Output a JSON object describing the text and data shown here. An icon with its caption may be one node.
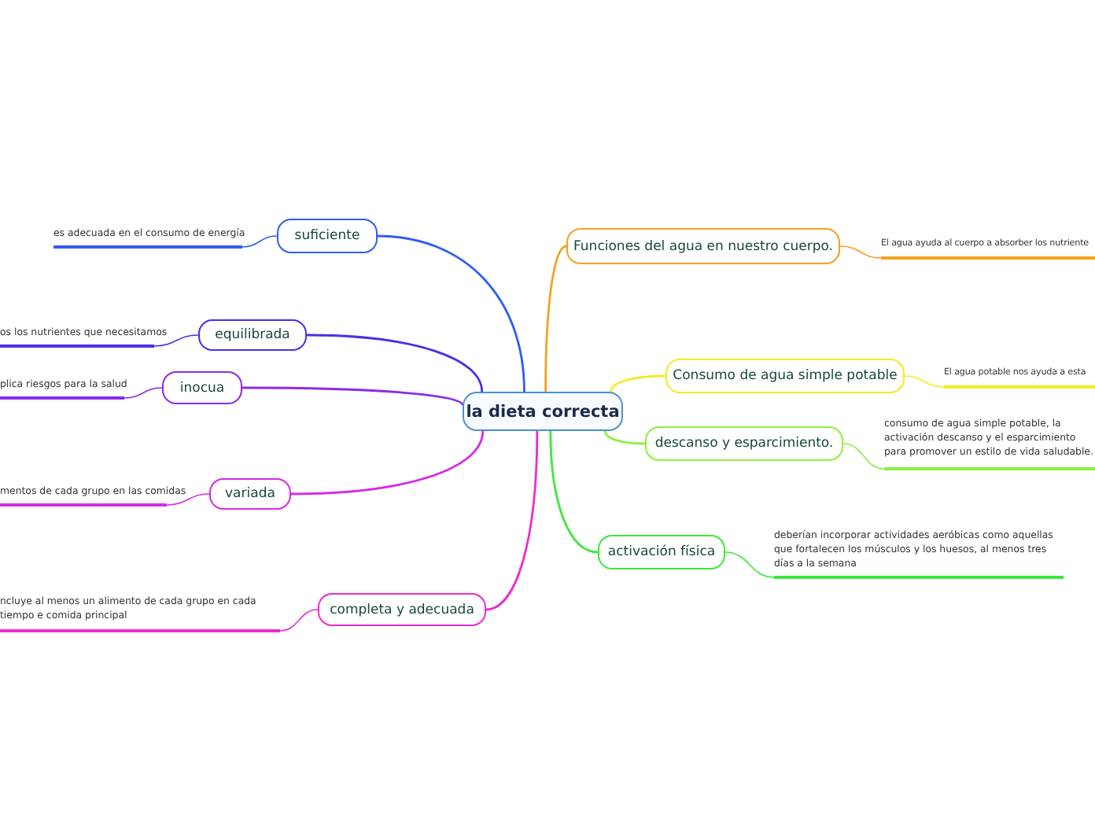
{
  "diagram": {
    "nodes": [
      {
        "text": [
          "la dieta correcta"
        ]
      },
      {
        "text": [
          "suficiente"
        ]
      },
      {
        "text": [
          "es adecuada en el consumo de energía"
        ]
      },
      {
        "text": [
          "equilibrada"
        ]
      },
      {
        "text": [
          "os los nutrientes que necesitamos"
        ]
      },
      {
        "text": [
          "inocua"
        ]
      },
      {
        "text": [
          "plica riesgos para la salud"
        ]
      },
      {
        "text": [
          "variada"
        ]
      },
      {
        "text": [
          "mentos de cada grupo en las comidas"
        ]
      },
      {
        "text": [
          "completa y adecuada"
        ]
      },
      {
        "text": [
          "ncluye al menos un alimento de cada grupo en cada tiempo e comida principal"
        ]
      },
      {
        "text": [
          "Funciones del agua en nuestro cuerpo."
        ]
      },
      {
        "text": [
          "El agua ayuda al cuerpo a absorber los nutriente"
        ]
      },
      {
        "text": [
          "Consumo de agua simple potable"
        ]
      },
      {
        "text": [
          "El agua potable nos ayuda a esta"
        ]
      },
      {
        "text": [
          "descanso y esparcimiento."
        ]
      },
      {
        "text": [
          "consumo de agua simple potable, la activación descanso y el esparcimiento para promover un estilo de vida saludable."
        ]
      },
      {
        "text": [
          "activación física"
        ]
      },
      {
        "text": [
          "deberían incorporar actividades aeróbicas  como aquellas que fortalecen los músculos y los huesos, al menos tres días a la semana"
        ]
      }
    ],
    "edges": [
      {
        "from": 0,
        "to": 1,
        "arrow": "none",
        "color": "#2f5cf5"
      },
      {
        "from": 1,
        "to": 2,
        "arrow": "none",
        "color": "#2f5cf5"
      },
      {
        "from": 0,
        "to": 3,
        "arrow": "none",
        "color": "#4a2ee8"
      },
      {
        "from": 3,
        "to": 4,
        "arrow": "none",
        "color": "#4a2ee8"
      },
      {
        "from": 0,
        "to": 5,
        "arrow": "none",
        "color": "#8b2be8"
      },
      {
        "from": 5,
        "to": 6,
        "arrow": "none",
        "color": "#8b2be8"
      },
      {
        "from": 0,
        "to": 7,
        "arrow": "none",
        "color": "#d42be8"
      },
      {
        "from": 7,
        "to": 8,
        "arrow": "none",
        "color": "#d42be8"
      },
      {
        "from": 0,
        "to": 9,
        "arrow": "none",
        "color": "#ee2bd0"
      },
      {
        "from": 9,
        "to": 10,
        "arrow": "none",
        "color": "#ee2bd0"
      },
      {
        "from": 0,
        "to": 11,
        "arrow": "none",
        "color": "#f5a020"
      },
      {
        "from": 11,
        "to": 12,
        "arrow": "none",
        "color": "#f5a020"
      },
      {
        "from": 0,
        "to": 13,
        "arrow": "none",
        "color": "#f0ee20"
      },
      {
        "from": 13,
        "to": 14,
        "arrow": "none",
        "color": "#f0ee20"
      },
      {
        "from": 0,
        "to": 15,
        "arrow": "none",
        "color": "#8ef040"
      },
      {
        "from": 15,
        "to": 16,
        "arrow": "none",
        "color": "#8ef040"
      },
      {
        "from": 0,
        "to": 17,
        "arrow": "none",
        "color": "#3ce83c"
      },
      {
        "from": 17,
        "to": 18,
        "arrow": "none",
        "color": "#3ce83c"
      }
    ]
  }
}
